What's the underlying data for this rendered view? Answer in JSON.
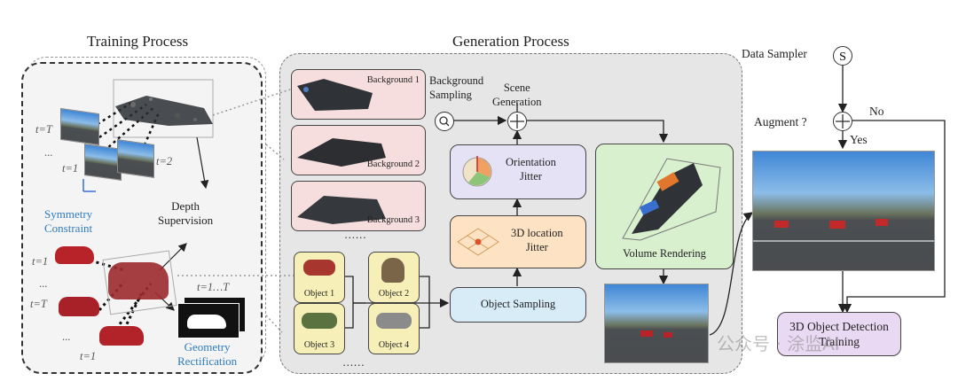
{
  "training": {
    "title": "Training Process",
    "t_T": "t=T",
    "dots1": "...",
    "t_1": "t=1",
    "t_2": "t=2",
    "symmetry": "Symmetry\nConstraint",
    "depth": "Depth\nSupervision",
    "cars_t1": "t=1",
    "cars_dots": "...",
    "cars_tT": "t=T",
    "cars_dots2": "...",
    "cars_t1b": "t=1",
    "t_range": "t=1…T",
    "geometry": "Geometry\nRectification"
  },
  "generation": {
    "title": "Generation Process",
    "backgrounds": [
      "Background 1",
      "Background 2",
      "Background 3"
    ],
    "bg_dots": "……",
    "objects": [
      "Object 1",
      "Object 2",
      "Object 3",
      "Object 4"
    ],
    "obj_dots": "……",
    "background_sampling": "Background\nSampling",
    "scene_generation": "Scene\nGeneration",
    "orientation_jitter": "Orientation\nJitter",
    "location_jitter": "3D location\nJitter",
    "object_sampling": "Object Sampling",
    "volume_rendering": "Volume Rendering"
  },
  "sampler": {
    "data_sampler": "Data Sampler",
    "augment": "Augment ?",
    "no": "No",
    "yes": "Yes",
    "detection": "3D Object Detection\nTraining"
  },
  "watermark": "公众号 · 涂监AI",
  "colors": {
    "accent_blue": "#2e7bbf",
    "background_card": "#f7dede",
    "object_card": "#f6f0b8",
    "orientation_box": "#e4e2f4",
    "location_box": "#fde3c4",
    "object_sampling_box": "#d8ecf7",
    "volume_box": "#d9f0cf",
    "detection_box": "#ead9f2"
  }
}
